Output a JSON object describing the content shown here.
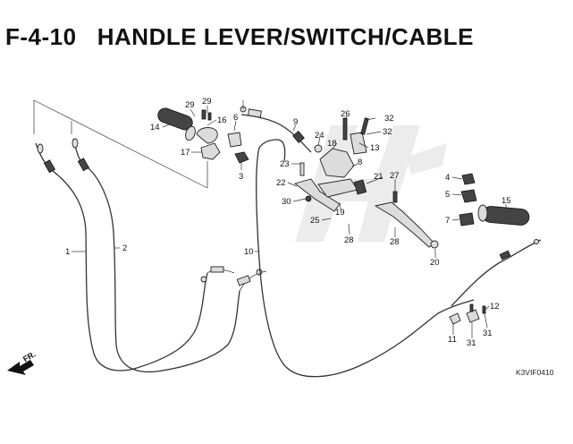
{
  "header": {
    "section": "F-4-10",
    "title": "HANDLE LEVER/SWITCH/CABLE"
  },
  "diagram_code": "K3VIF0410",
  "front_indicator": "FR.",
  "callouts": [
    {
      "id": "c1",
      "label": "1"
    },
    {
      "id": "c2",
      "label": "2"
    },
    {
      "id": "c4",
      "label": "4"
    },
    {
      "id": "c5",
      "label": "5"
    },
    {
      "id": "c6",
      "label": "6"
    },
    {
      "id": "c7",
      "label": "7"
    },
    {
      "id": "c8",
      "label": "8"
    },
    {
      "id": "c9",
      "label": "9"
    },
    {
      "id": "c10",
      "label": "10"
    },
    {
      "id": "c11",
      "label": "11"
    },
    {
      "id": "c12",
      "label": "12"
    },
    {
      "id": "c13",
      "label": "13"
    },
    {
      "id": "c14",
      "label": "14"
    },
    {
      "id": "c15",
      "label": "15"
    },
    {
      "id": "c16",
      "label": "16"
    },
    {
      "id": "c17",
      "label": "17"
    },
    {
      "id": "c18",
      "label": "18"
    },
    {
      "id": "c19",
      "label": "19"
    },
    {
      "id": "c20",
      "label": "20"
    },
    {
      "id": "c21",
      "label": "21"
    },
    {
      "id": "c22",
      "label": "22"
    },
    {
      "id": "c23",
      "label": "23"
    },
    {
      "id": "c24",
      "label": "24"
    },
    {
      "id": "c25",
      "label": "25"
    },
    {
      "id": "c26",
      "label": "26"
    },
    {
      "id": "c27",
      "label": "27"
    },
    {
      "id": "c28a",
      "label": "28"
    },
    {
      "id": "c28b",
      "label": "28"
    },
    {
      "id": "c29a",
      "label": "29"
    },
    {
      "id": "c29b",
      "label": "29"
    },
    {
      "id": "c30",
      "label": "30"
    },
    {
      "id": "c31a",
      "label": "31"
    },
    {
      "id": "c31b",
      "label": "31"
    },
    {
      "id": "c32a",
      "label": "32"
    },
    {
      "id": "c32b",
      "label": "32"
    },
    {
      "id": "c3",
      "label": "3"
    }
  ]
}
